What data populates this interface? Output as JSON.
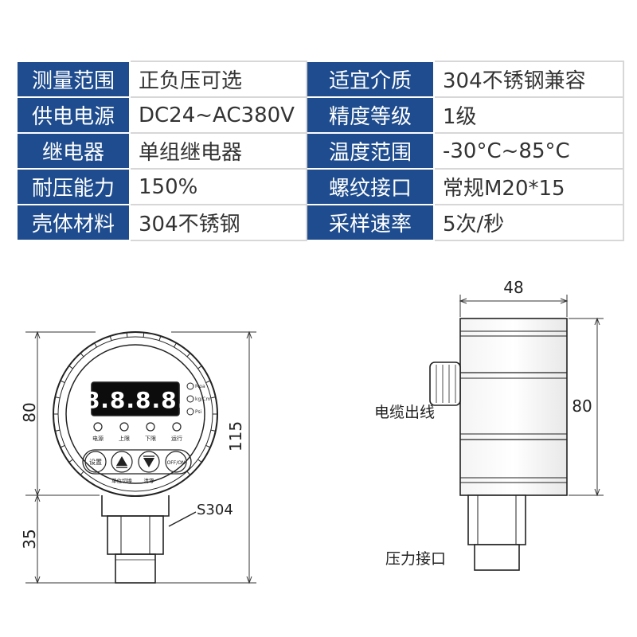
{
  "specs": [
    {
      "label1": "测量范围",
      "value1": "正负压可选",
      "label2": "适宜介质",
      "value2": "304不锈钢兼容"
    },
    {
      "label1": "供电电源",
      "value1": "DC24~AC380V",
      "label2": "精度等级",
      "value2": "1级"
    },
    {
      "label1": "继电器",
      "value1": "单组继电器",
      "label2": "温度范围",
      "value2": "-30°C~85°C"
    },
    {
      "label1": "耐压能力",
      "value1": "150%",
      "label2": "螺纹接口",
      "value2": "常规M20*15"
    },
    {
      "label1": "壳体材料",
      "value1": "304不锈钢",
      "label2": "采样速率",
      "value2": "5次/秒"
    }
  ],
  "front_view": {
    "display": "8.8.8.8.",
    "units": [
      "Mpa",
      "kg/Cm",
      "Psi"
    ],
    "indicators": [
      "电源",
      "上限",
      "下限",
      "运行"
    ],
    "buttons": {
      "set": "设置",
      "off_on": "OFF/ON"
    },
    "button_captions": {
      "unit_switch": "单位切换",
      "zero": "清零"
    },
    "dim_body": "80",
    "dim_total": "115",
    "dim_stem": "35",
    "material_callout": "S304"
  },
  "side_view": {
    "dim_width": "48",
    "dim_height": "80",
    "cable_label": "电缆出线",
    "port_label": "压力接口"
  }
}
